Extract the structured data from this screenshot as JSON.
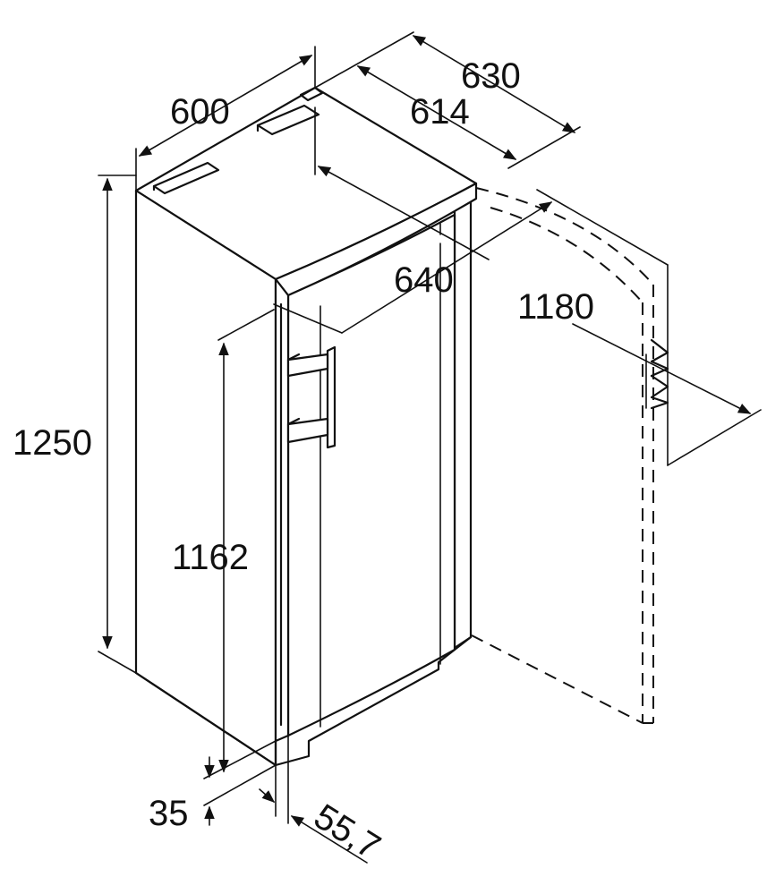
{
  "dimensions": {
    "width_600": "600",
    "depth_630": "630",
    "depth_614": "614",
    "depth_640": "640",
    "open_1180": "1180",
    "height_1250": "1250",
    "height_1162": "1162",
    "foot_35": "35",
    "door_55_7": "55,7"
  },
  "colors": {
    "stroke": "#111111",
    "background": "#ffffff"
  }
}
